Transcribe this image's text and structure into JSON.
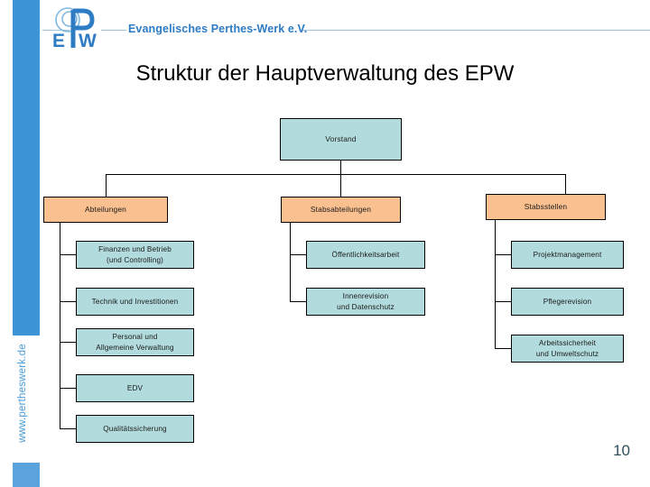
{
  "header": {
    "org_name": "Evangelisches Perthes-Werk e.V.",
    "logo_text": "EPW",
    "logo_letters": {
      "e": "E",
      "p": "P",
      "w": "W"
    }
  },
  "title": "Struktur der Hauptverwaltung des EPW",
  "sidebar": {
    "url": "www.pertheswerk.de"
  },
  "footer": {
    "page_number": "10"
  },
  "colors": {
    "brand_blue": "#3D95D8",
    "brand_blue_light": "#5BA3DD",
    "header_text_blue": "#2E7CC4",
    "node_level1_fill": "#B2DBDD",
    "node_level2_fill": "#FAC090",
    "node_leaf_fill": "#B2DBDD",
    "node_border": "#000000",
    "page_number": "#2F4F5E"
  },
  "chart_data": {
    "type": "diagram",
    "diagram_type": "organizational-chart",
    "title": "Struktur der Hauptverwaltung des EPW",
    "root": {
      "id": "vorstand",
      "label": "Vorstand",
      "level": 0,
      "fill": "#B2DBDD"
    },
    "branches": [
      {
        "id": "abteilungen",
        "label": "Abteilungen",
        "level": 1,
        "fill": "#FAC090",
        "children": [
          {
            "id": "finanzen",
            "label": "Finanzen und Betrieb\n(und Controlling)",
            "fill": "#B2DBDD"
          },
          {
            "id": "technik",
            "label": "Technik und Investitionen",
            "fill": "#B2DBDD"
          },
          {
            "id": "personal",
            "label": "Personal und\nAllgemeine Verwaltung",
            "fill": "#B2DBDD"
          },
          {
            "id": "edv",
            "label": "EDV",
            "fill": "#B2DBDD"
          },
          {
            "id": "qualitaet",
            "label": "Qualitätssicherung",
            "fill": "#B2DBDD"
          }
        ]
      },
      {
        "id": "stabsabteilungen",
        "label": "Stabsabteilungen",
        "level": 1,
        "fill": "#FAC090",
        "children": [
          {
            "id": "oeffentlichkeit",
            "label": "Öffentlichkeitsarbeit",
            "fill": "#B2DBDD"
          },
          {
            "id": "innenrevision",
            "label": "Innenrevision\nund Datenschutz",
            "fill": "#B2DBDD"
          }
        ]
      },
      {
        "id": "stabsstellen",
        "label": "Stabsstellen",
        "level": 1,
        "fill": "#FAC090",
        "children": [
          {
            "id": "projektmanagement",
            "label": "Projektmanagement",
            "fill": "#B2DBDD"
          },
          {
            "id": "pflegerevision",
            "label": "Pflegerevision",
            "fill": "#B2DBDD"
          },
          {
            "id": "arbeitssicherheit",
            "label": "Arbeitssicherheit\nund Umweltschutz",
            "fill": "#B2DBDD"
          }
        ]
      }
    ]
  }
}
